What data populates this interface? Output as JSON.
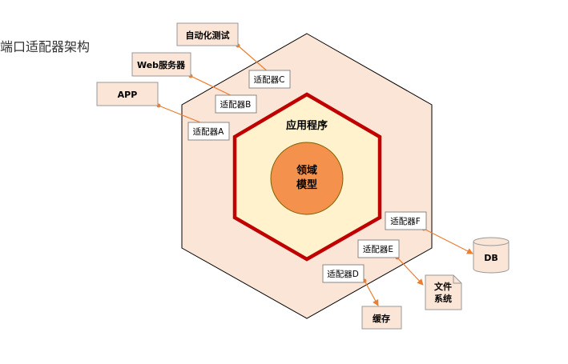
{
  "title": "端口适配器架构",
  "colors": {
    "outer_hex_fill": "#fbe5d6",
    "inner_hex_fill": "#fff2cc",
    "inner_hex_stroke": "#c00000",
    "core_fill": "#f4914d",
    "external_box_fill": "#fbe5d6",
    "connector": "#ed7d31"
  },
  "diagram": {
    "application_label": "应用程序",
    "domain_label_line1": "领域",
    "domain_label_line2": "模型",
    "adapters": {
      "a": "适配器A",
      "b": "适配器B",
      "c": "适配器C",
      "d": "适配器D",
      "e": "适配器E",
      "f": "适配器F"
    },
    "externals": {
      "app": "APP",
      "web_server": "Web服务器",
      "automation_test": "自动化测试",
      "cache": "缓存",
      "file_system_line1": "文件",
      "file_system_line2": "系统",
      "db": "DB"
    }
  }
}
